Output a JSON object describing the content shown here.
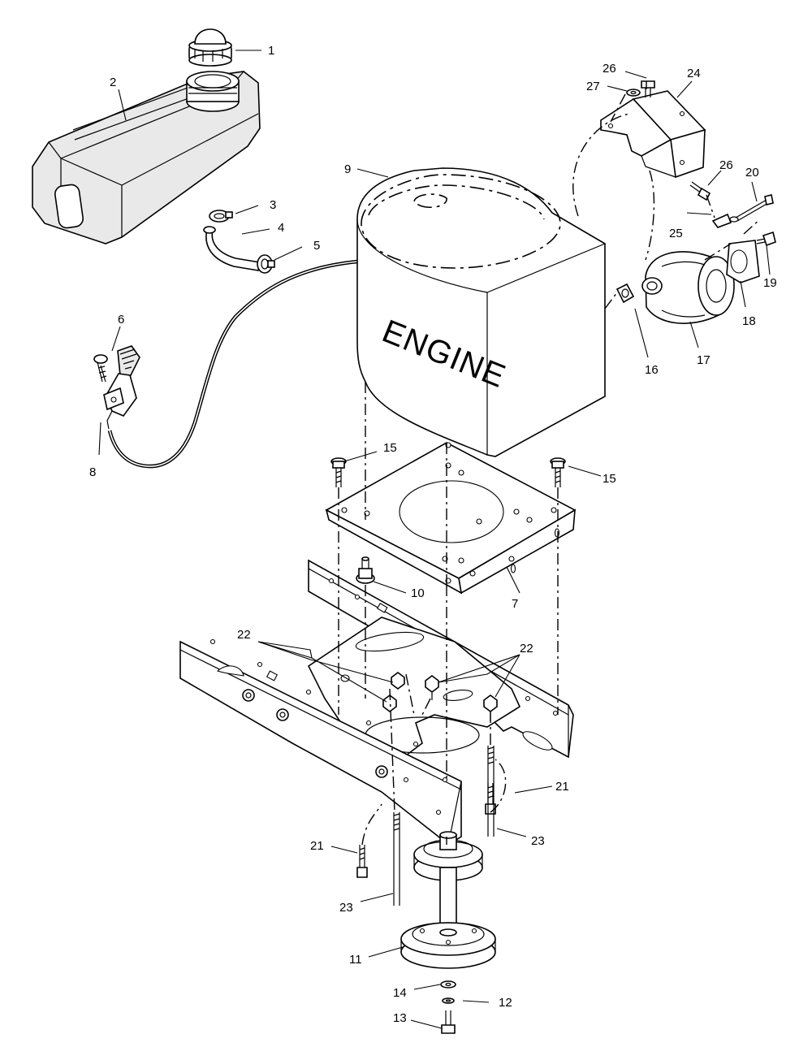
{
  "engine_label": "ENGINE",
  "callouts": [
    {
      "id": "1",
      "text": "1"
    },
    {
      "id": "2",
      "text": "2"
    },
    {
      "id": "3",
      "text": "3"
    },
    {
      "id": "4",
      "text": "4"
    },
    {
      "id": "5",
      "text": "5"
    },
    {
      "id": "6",
      "text": "6"
    },
    {
      "id": "7",
      "text": "7"
    },
    {
      "id": "8",
      "text": "8"
    },
    {
      "id": "9",
      "text": "9"
    },
    {
      "id": "10",
      "text": "10"
    },
    {
      "id": "11",
      "text": "11"
    },
    {
      "id": "12",
      "text": "12"
    },
    {
      "id": "13",
      "text": "13"
    },
    {
      "id": "14",
      "text": "14"
    },
    {
      "id": "15a",
      "text": "15"
    },
    {
      "id": "15b",
      "text": "15"
    },
    {
      "id": "16",
      "text": "16"
    },
    {
      "id": "17",
      "text": "17"
    },
    {
      "id": "18",
      "text": "18"
    },
    {
      "id": "19",
      "text": "19"
    },
    {
      "id": "20",
      "text": "20"
    },
    {
      "id": "21a",
      "text": "21"
    },
    {
      "id": "21b",
      "text": "21"
    },
    {
      "id": "22a",
      "text": "22"
    },
    {
      "id": "22b",
      "text": "22"
    },
    {
      "id": "23a",
      "text": "23"
    },
    {
      "id": "23b",
      "text": "23"
    },
    {
      "id": "24",
      "text": "24"
    },
    {
      "id": "25",
      "text": "25"
    },
    {
      "id": "26a",
      "text": "26"
    },
    {
      "id": "26b",
      "text": "26"
    },
    {
      "id": "27",
      "text": "27"
    }
  ]
}
